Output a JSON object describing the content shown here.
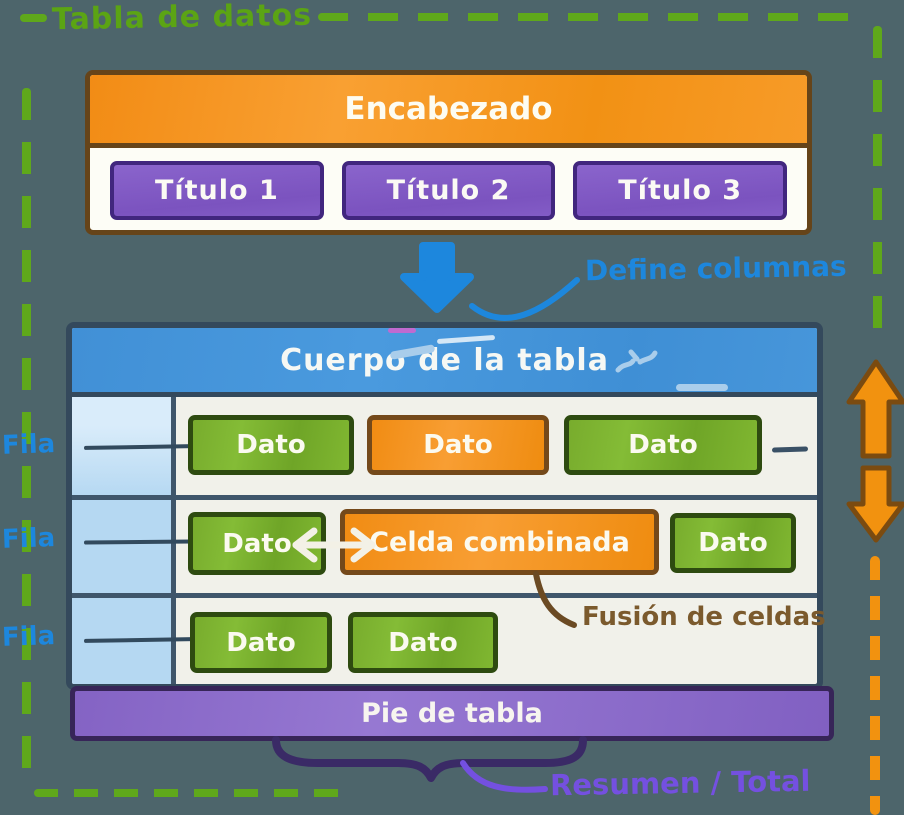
{
  "frame": {
    "label": "Tabla de datos"
  },
  "header_table": {
    "title": "Encabezado",
    "columns": [
      "Título 1",
      "Título 2",
      "Título 3"
    ]
  },
  "annotations": {
    "define_columns": "Define columnas",
    "merge_cells": "Fusión de celdas",
    "summary_total": "Resumen / Total"
  },
  "body_table": {
    "title": "Cuerpo de la tabla",
    "row_label": "Fila",
    "rows": [
      {
        "cells": [
          {
            "text": "Dato",
            "variant": "green"
          },
          {
            "text": "Dato",
            "variant": "orange"
          },
          {
            "text": "Dato",
            "variant": "green"
          }
        ]
      },
      {
        "cells": [
          {
            "text": "Dato",
            "variant": "green"
          },
          {
            "text": "Celda combinada",
            "variant": "orange",
            "merged": true
          },
          {
            "text": "Dato",
            "variant": "green"
          }
        ]
      },
      {
        "cells": [
          {
            "text": "Dato",
            "variant": "green"
          },
          {
            "text": "Dato",
            "variant": "green"
          }
        ]
      }
    ],
    "footer": "Pie de tabla"
  },
  "colors": {
    "background": "#4d656b",
    "frame_green": "#5fa81b",
    "accent_blue": "#1d87dd",
    "header_orange": "#f7941d",
    "title_purple": "#7e57c2",
    "body_blue": "#4392d8",
    "row_header_blue": "#b5d8f2",
    "cell_green": "#7cb334",
    "footer_purple": "#8a68c8",
    "annotation_brown": "#7b5a2d",
    "summary_violet": "#7450e0",
    "resize_orange": "#f2920f"
  }
}
